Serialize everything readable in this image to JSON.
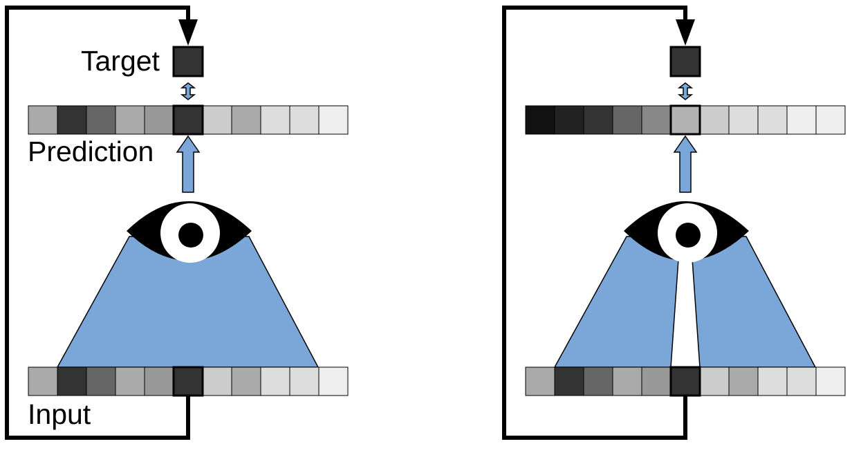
{
  "labels": {
    "target": "Target",
    "prediction": "Prediction",
    "input": "Input"
  },
  "colors": {
    "arrow_fill": "#7ba6d8",
    "cone_fill": "#7ba6d8",
    "outline": "#000000",
    "background": "#ffffff"
  },
  "panels": [
    {
      "id": "left",
      "target_shade": "#333333",
      "prediction_cells": [
        "#aaaaaa",
        "#333333",
        "#666666",
        "#aaaaaa",
        "#999999",
        "#333333",
        "#cccccc",
        "#aaaaaa",
        "#dddddd",
        "#dddddd",
        "#eeeeee"
      ],
      "input_cells": [
        "#aaaaaa",
        "#333333",
        "#666666",
        "#aaaaaa",
        "#999999",
        "#333333",
        "#cccccc",
        "#aaaaaa",
        "#dddddd",
        "#dddddd",
        "#eeeeee"
      ],
      "highlight_index": 5,
      "cone_gap": false
    },
    {
      "id": "right",
      "target_shade": "#333333",
      "prediction_cells": [
        "#111111",
        "#222222",
        "#333333",
        "#666666",
        "#888888",
        "#b3b3b3",
        "#cccccc",
        "#dddddd",
        "#dddddd",
        "#eeeeee",
        "#eeeeee"
      ],
      "input_cells": [
        "#aaaaaa",
        "#333333",
        "#666666",
        "#aaaaaa",
        "#999999",
        "#333333",
        "#cccccc",
        "#aaaaaa",
        "#dddddd",
        "#dddddd",
        "#eeeeee"
      ],
      "highlight_index": 5,
      "cone_gap": true
    }
  ]
}
